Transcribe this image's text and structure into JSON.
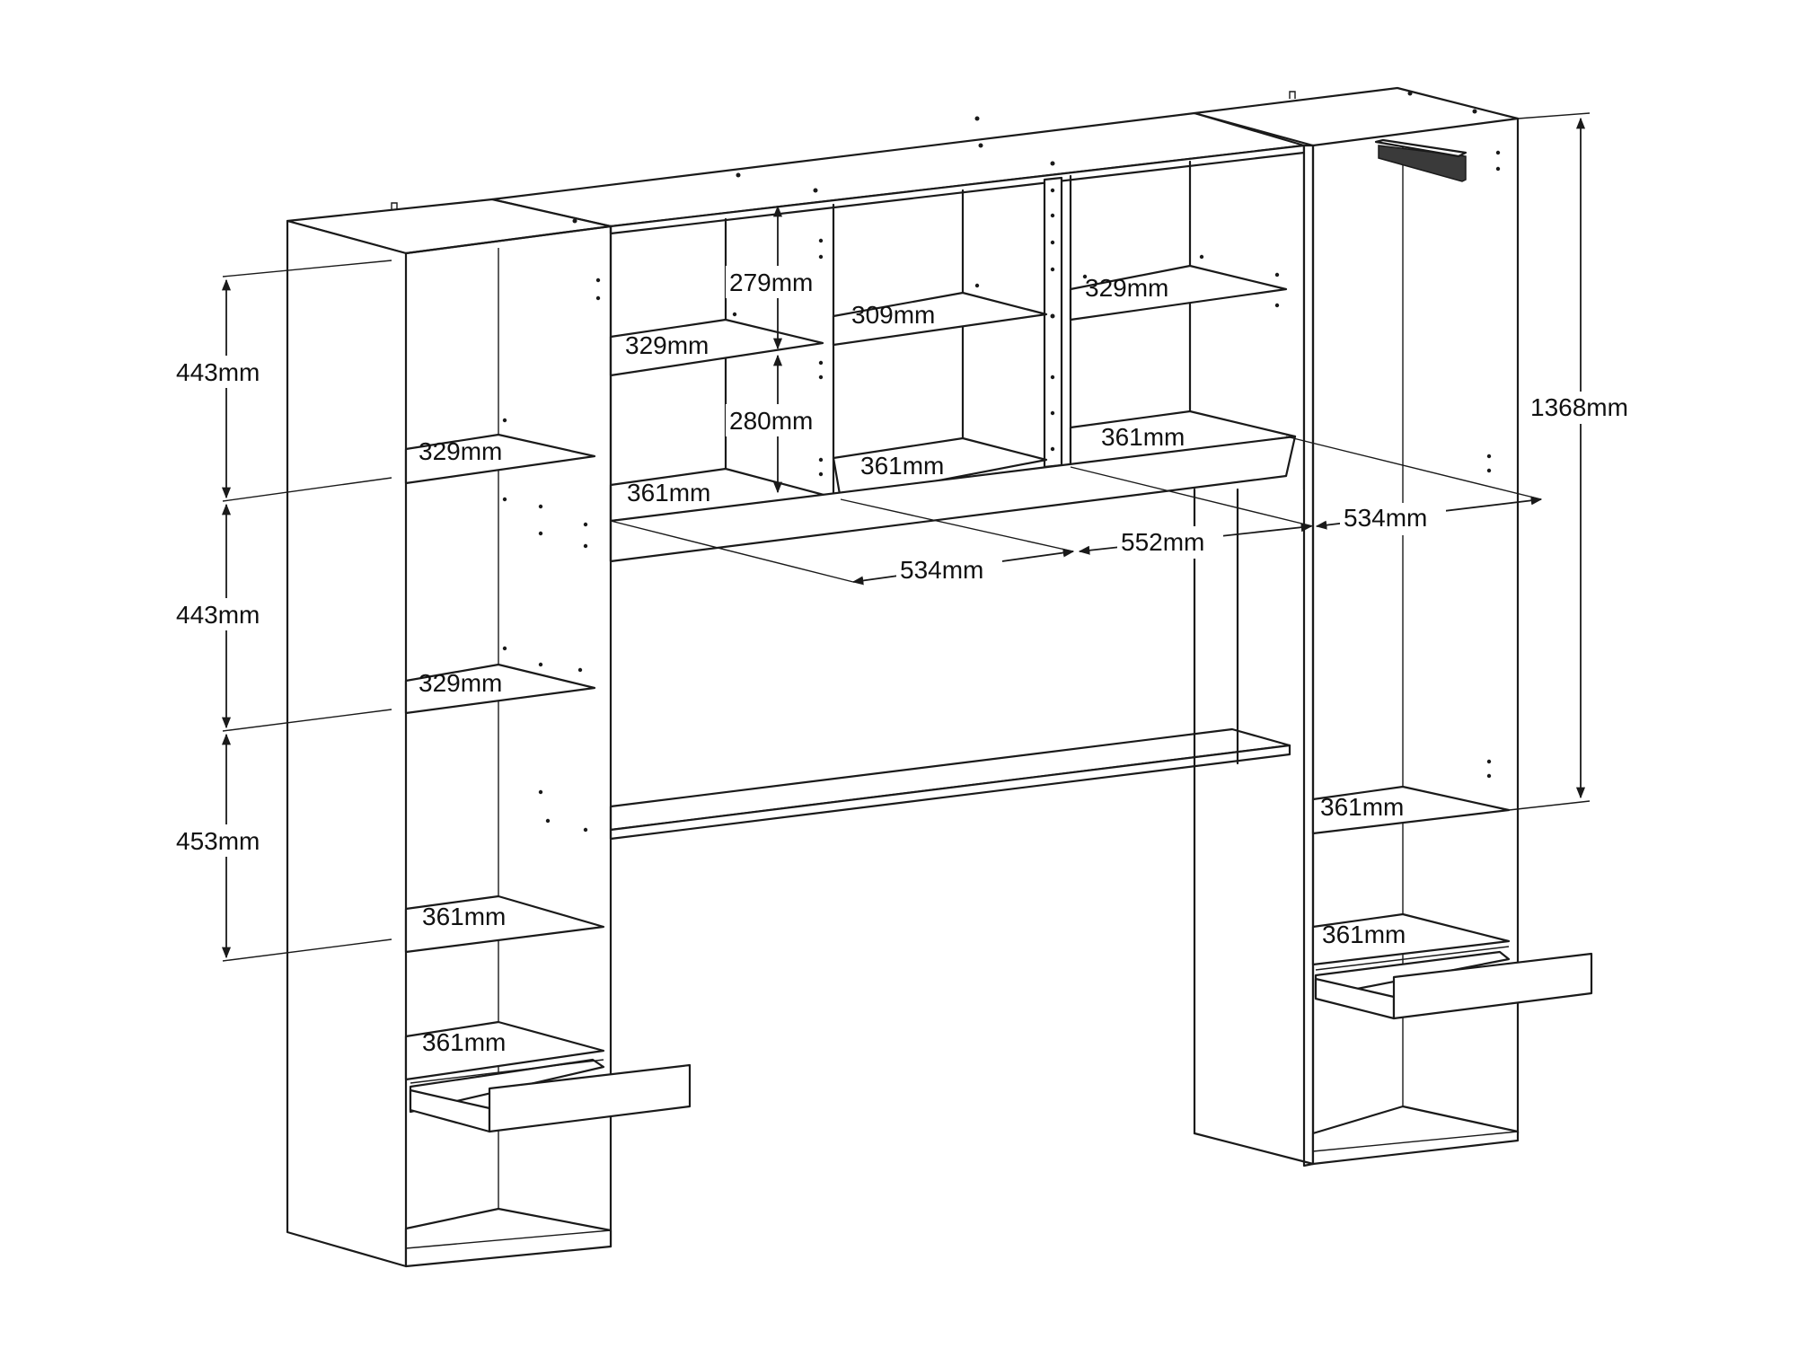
{
  "labels": {
    "l_443_top": "443mm",
    "l_443_mid": "443mm",
    "l_453": "453mm",
    "l_1368": "1368mm",
    "l_279": "279mm",
    "l_280": "280mm",
    "l_329_a": "329mm",
    "l_309": "309mm",
    "l_329_b": "329mm",
    "l_329_c": "329mm",
    "l_329_d": "329mm",
    "l_361_a": "361mm",
    "l_361_b": "361mm",
    "l_361_c": "361mm",
    "l_361_d": "361mm",
    "l_361_e": "361mm",
    "l_361_f": "361mm",
    "l_361_g": "361mm",
    "l_534_bottom": "534mm",
    "l_552": "552mm",
    "l_534_right": "534mm"
  }
}
